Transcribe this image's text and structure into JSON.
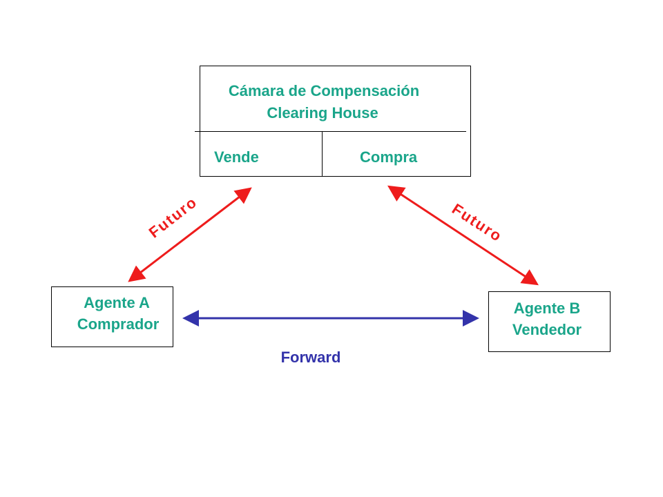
{
  "clearing_house": {
    "title_line1": "Cámara de Compensación",
    "title_line2": "Clearing House",
    "sell_label": "Vende",
    "buy_label": "Compra"
  },
  "agent_a": {
    "name": "Agente A",
    "role": "Comprador"
  },
  "agent_b": {
    "name": "Agente B",
    "role": "Vendedor"
  },
  "links": {
    "left_futures_label": "Futuro",
    "right_futures_label": "Futuro",
    "forward_label": "Forward"
  },
  "colors": {
    "text_teal": "#1aa58a",
    "futures_red": "#ee1c1c",
    "forward_blue": "#3333aa"
  }
}
